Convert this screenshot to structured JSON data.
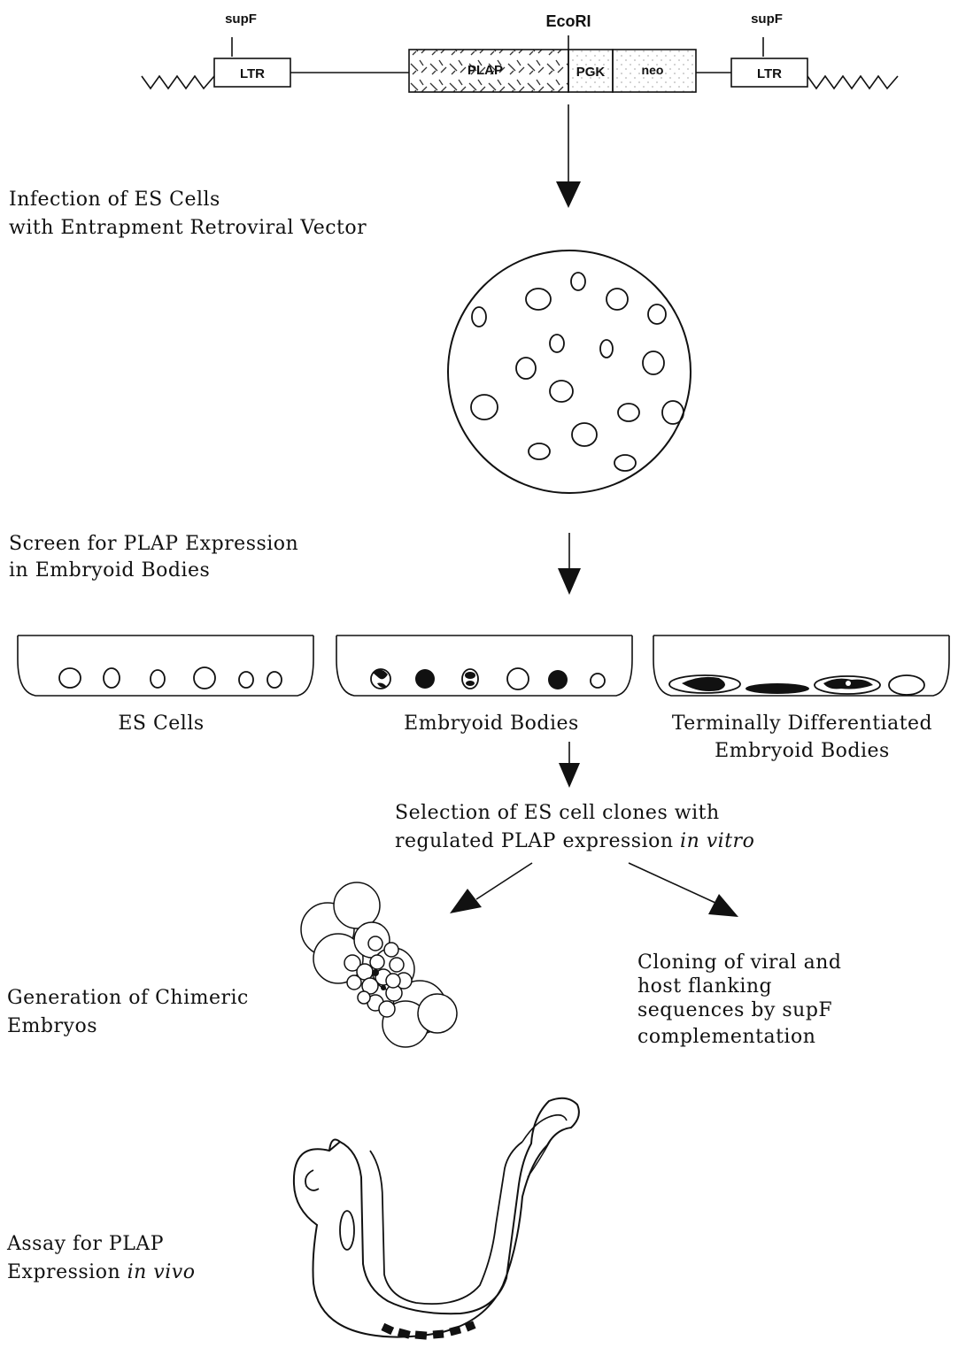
{
  "construct": {
    "supf_left": "supF",
    "supf_right": "supF",
    "ecori": "EcoRI",
    "ltr_left": "LTR",
    "ltr_right": "LTR",
    "plap": "PLAP",
    "pgk": "PGK",
    "neo": "neo"
  },
  "steps": {
    "infection_line1": "Infection of ES Cells",
    "infection_line2": "with Entrapment Retroviral Vector",
    "screen_line1": "Screen for PLAP Expression",
    "screen_line2": "in Embryoid Bodies",
    "selection_line1": "Selection of ES cell clones with",
    "selection_line2_prefix": "regulated PLAP expression ",
    "selection_line2_italic": "in vitro",
    "chimeric_line1": "Generation of Chimeric",
    "chimeric_line2": "Embryos",
    "cloning_line1": "Cloning of viral and",
    "cloning_line2": "host flanking",
    "cloning_line3": "sequences by supF",
    "cloning_line4": "complementation",
    "assay_line1": "Assay for PLAP",
    "assay_line2_prefix": "Expression ",
    "assay_line2_italic": "in vivo"
  },
  "dishes": {
    "es_cells": "ES Cells",
    "embryoid_bodies": "Embryoid Bodies",
    "terminal_line1": "Terminally Differentiated",
    "terminal_line2": "Embryoid Bodies"
  }
}
